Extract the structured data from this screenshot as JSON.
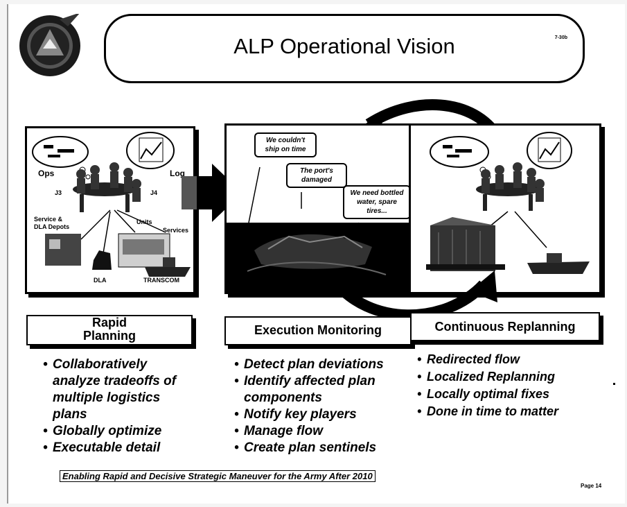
{
  "slide": {
    "title": "ALP Operational Vision",
    "page_ref": "7-30b",
    "footer": "Enabling Rapid and Decisive Strategic Maneuver for the Army After 2010",
    "page": "Page 14"
  },
  "panel1": {
    "ops": "Ops",
    "log": "Log",
    "j3": "J3",
    "j4": "J4",
    "service_dla": "Service & DLA Depots",
    "units": "Units",
    "services": "Services",
    "dla": "DLA",
    "transcom": "TRANSCOM"
  },
  "panel2": {
    "bubble1": "We couldn't ship on time",
    "bubble2": "The port's damaged",
    "bubble3": "We need bottled water, spare tires..."
  },
  "columns": [
    {
      "header_line1": "Rapid",
      "header_line2": "Planning",
      "items": [
        "Collaboratively analyze tradeoffs of multiple logistics plans",
        "Globally optimize",
        "Executable detail"
      ]
    },
    {
      "header_line1": "Execution Monitoring",
      "items": [
        "Detect plan deviations",
        "Identify affected plan components",
        "Notify  key players",
        "Manage flow",
        "Create plan sentinels"
      ]
    },
    {
      "header_line1": "Continuous Replanning",
      "items": [
        "Redirected flow",
        "Localized Replanning",
        "Locally optimal fixes",
        "Done in time to matter"
      ]
    }
  ]
}
